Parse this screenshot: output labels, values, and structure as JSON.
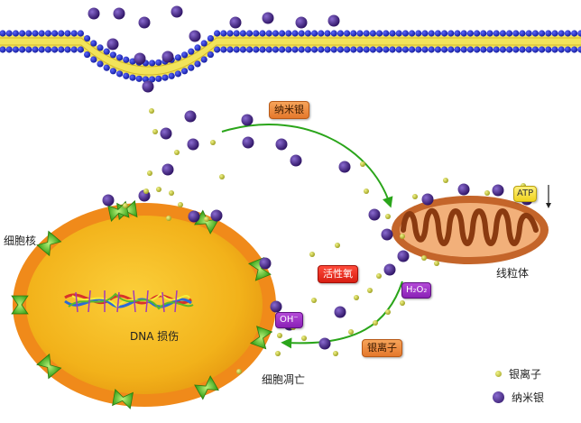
{
  "labels": {
    "nucleus": "细胞核",
    "mitochondria": "线粒体",
    "dna_damage": "DNA 损伤",
    "apoptosis": "细胞凋亡"
  },
  "tags": {
    "nano_silver": "纳米银",
    "ros": "活性氧",
    "h2o2": "H₂O₂",
    "oh": "OH⁻",
    "silver_ion": "银离子",
    "atp": "ATP"
  },
  "legend": {
    "items": [
      {
        "label": "银离子",
        "icon": "silver-ion-dot-icon"
      },
      {
        "label": "纳米银",
        "icon": "nano-silver-dot-icon"
      }
    ]
  },
  "colors": {
    "membrane_head": "#2630c8",
    "membrane_tail": "#f2e35a",
    "nano_silver": "#3a1a7a",
    "silver_ion": "#c9cb3a",
    "cell_fill": "#f5b51c",
    "cell_rim": "#f08a1a",
    "mito_outer": "#c4652a",
    "mito_inner": "#f2b07a",
    "arrow": "#2aa51a"
  }
}
